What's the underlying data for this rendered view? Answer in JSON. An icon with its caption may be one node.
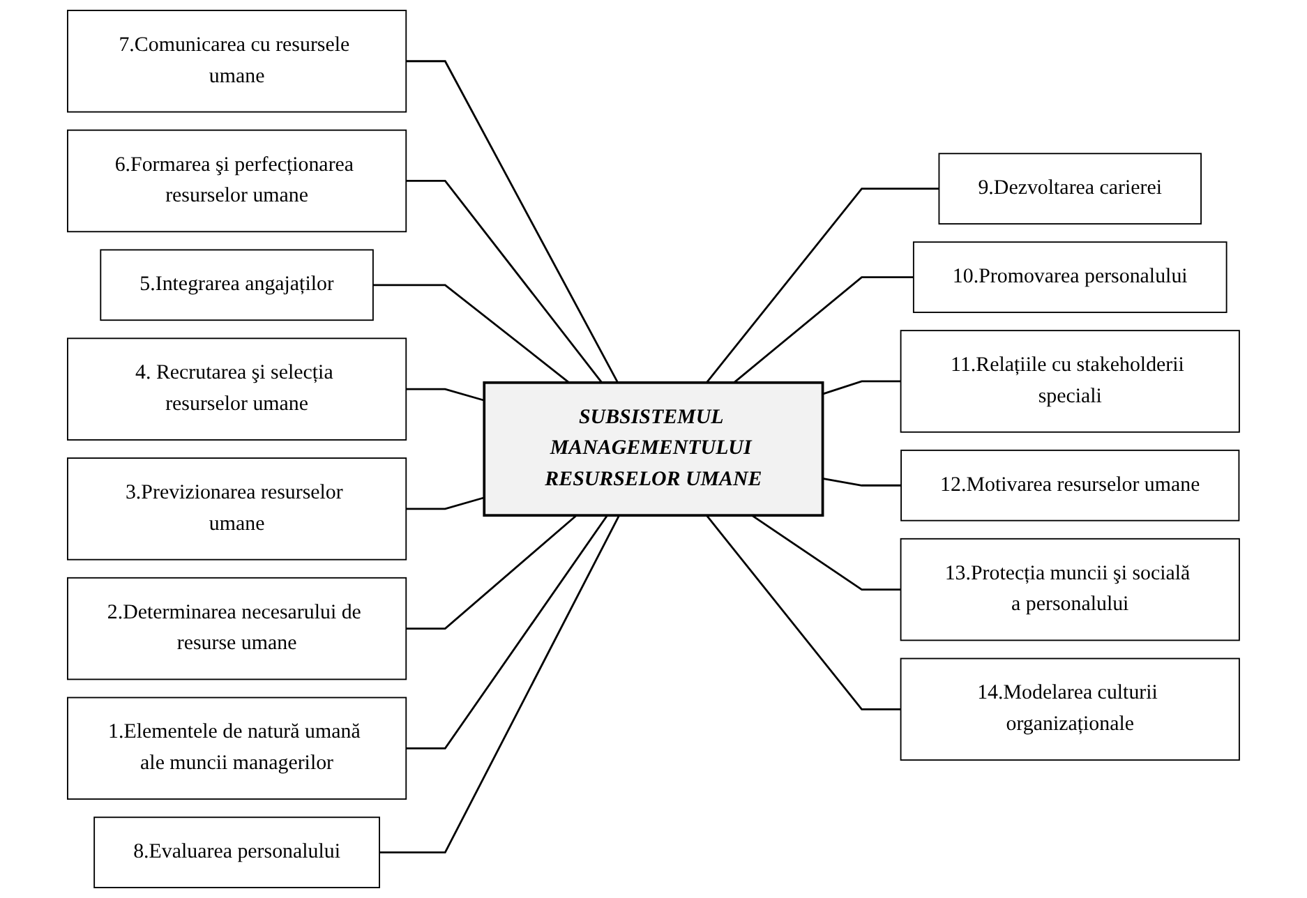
{
  "diagram": {
    "nodes": [
      {
        "text": [
          "1.Elementele de natură umană ale muncii managerilor"
        ]
      },
      {
        "text": [
          "2.Determinarea necesarului de resurse umane"
        ]
      },
      {
        "text": [
          "3.Previzionarea resurselor umane"
        ]
      },
      {
        "text": [
          "4. Recrutarea şi selecția resurselor umane"
        ]
      },
      {
        "text": [
          "5.Integrarea angajaților"
        ]
      },
      {
        "text": [
          "6.Formarea şi perfecționarea resurselor umane"
        ]
      },
      {
        "text": [
          "7.Comunicarea cu resursele umane"
        ]
      },
      {
        "text": [
          "8.Evaluarea personalului"
        ]
      },
      {
        "text": [
          "9.Dezvoltarea carierei"
        ]
      },
      {
        "text": [
          "10.Promovarea personalului"
        ]
      },
      {
        "text": [
          "11.Relațiile cu stakeholderii speciali"
        ]
      },
      {
        "text": [
          "12.Motivarea resurselor umane"
        ]
      },
      {
        "text": [
          "13.Protecția muncii şi socială a personalului"
        ]
      },
      {
        "text": [
          "14.Modelarea culturii organizaționale"
        ]
      },
      {
        "text": [
          "SUBSISTEMUL MANAGEMENTULUI RESURSELOR UMANE"
        ]
      }
    ],
    "edges": [
      {
        "from": 6,
        "to": 14,
        "arrow": "none"
      },
      {
        "from": 5,
        "to": 14,
        "arrow": "none"
      },
      {
        "from": 4,
        "to": 14,
        "arrow": "none"
      },
      {
        "from": 3,
        "to": 14,
        "arrow": "none"
      },
      {
        "from": 2,
        "to": 14,
        "arrow": "none"
      },
      {
        "from": 1,
        "to": 14,
        "arrow": "none"
      },
      {
        "from": 0,
        "to": 14,
        "arrow": "none"
      },
      {
        "from": 7,
        "to": 14,
        "arrow": "none"
      },
      {
        "from": 14,
        "to": 8,
        "arrow": "none"
      },
      {
        "from": 14,
        "to": 9,
        "arrow": "none"
      },
      {
        "from": 14,
        "to": 10,
        "arrow": "none"
      },
      {
        "from": 14,
        "to": 11,
        "arrow": "none"
      },
      {
        "from": 14,
        "to": 12,
        "arrow": "none"
      },
      {
        "from": 14,
        "to": 13,
        "arrow": "none"
      }
    ]
  }
}
